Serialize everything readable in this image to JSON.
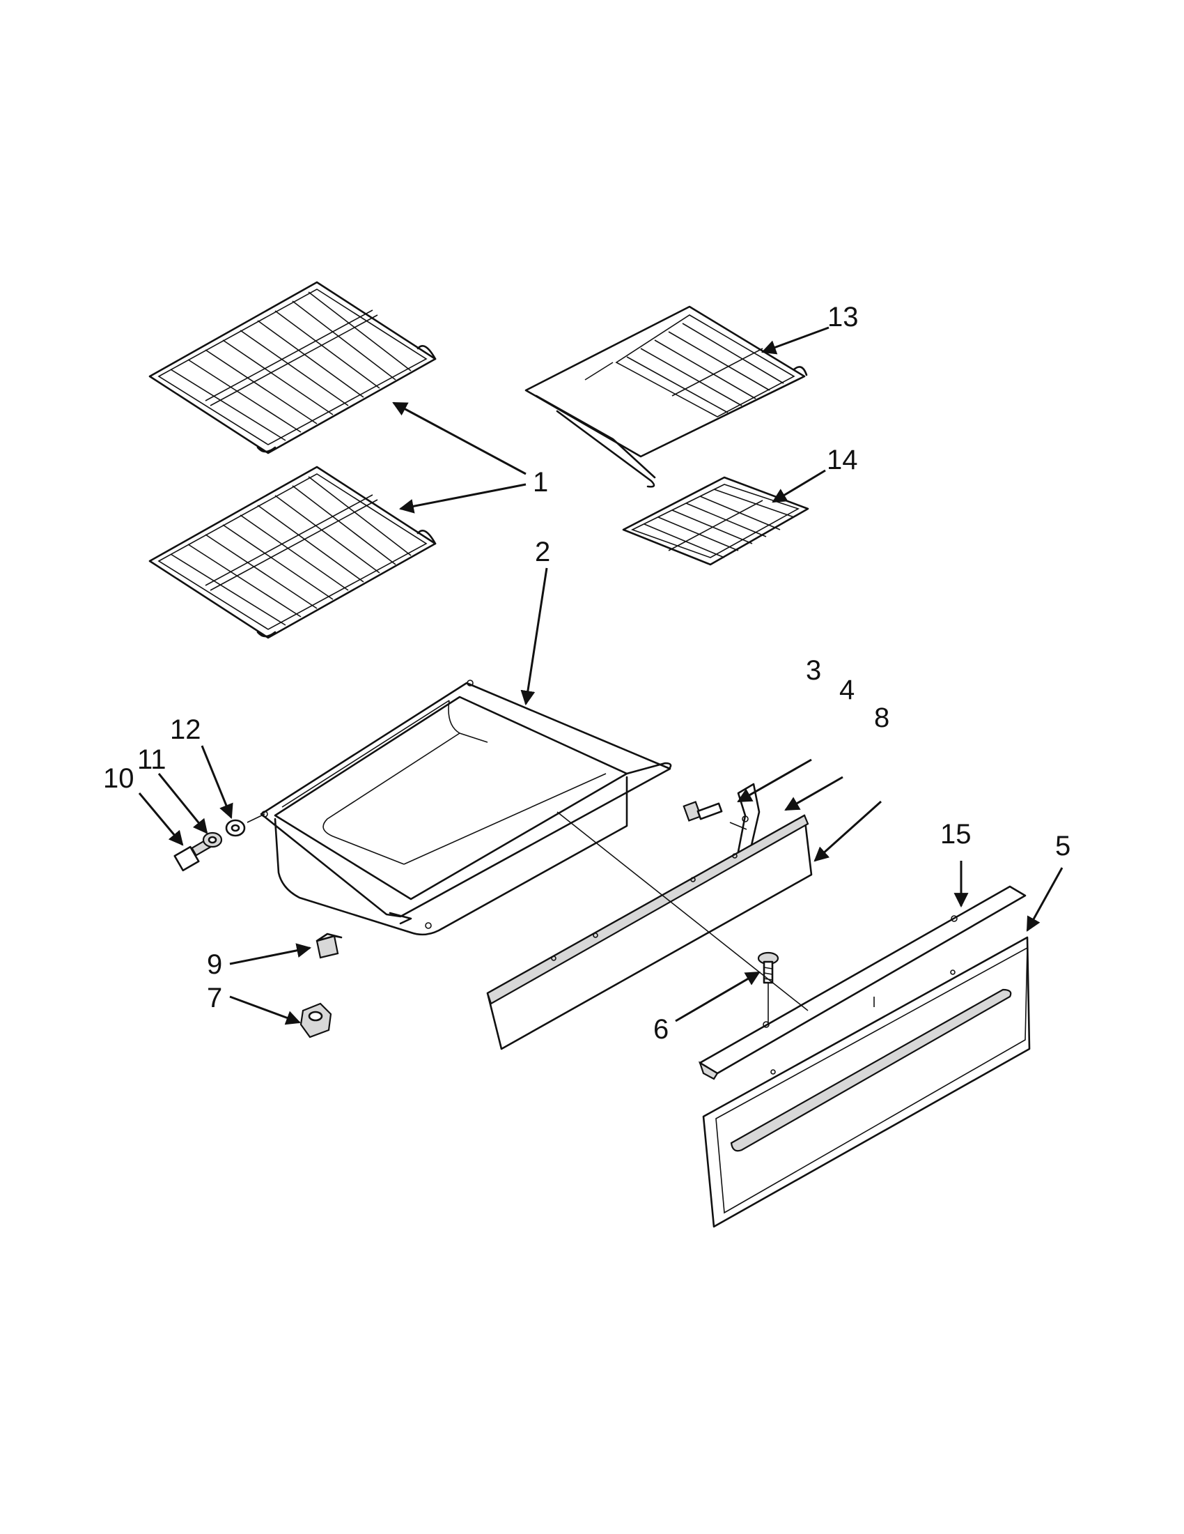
{
  "callouts": [
    {
      "id": "1",
      "label": "1"
    },
    {
      "id": "2",
      "label": "2"
    },
    {
      "id": "3",
      "label": "3"
    },
    {
      "id": "4",
      "label": "4"
    },
    {
      "id": "5",
      "label": "5"
    },
    {
      "id": "6",
      "label": "6"
    },
    {
      "id": "7",
      "label": "7"
    },
    {
      "id": "8",
      "label": "8"
    },
    {
      "id": "9",
      "label": "9"
    },
    {
      "id": "10",
      "label": "10"
    },
    {
      "id": "11",
      "label": "11"
    },
    {
      "id": "12",
      "label": "12"
    },
    {
      "id": "13",
      "label": "13"
    },
    {
      "id": "14",
      "label": "14"
    },
    {
      "id": "15",
      "label": "15"
    }
  ],
  "colors": {
    "line": "#111111",
    "background": "#ffffff",
    "shade": "#d8d8d8"
  }
}
